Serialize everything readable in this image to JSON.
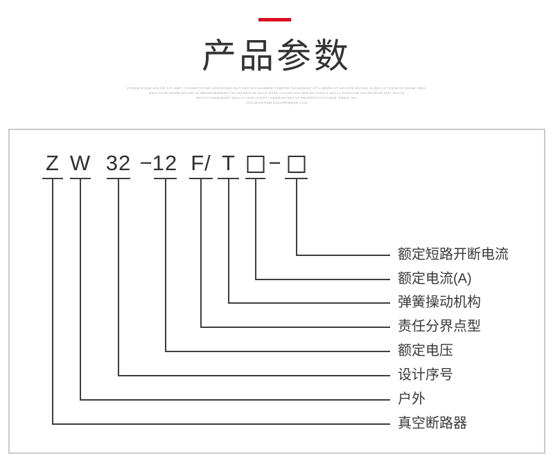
{
  "header": {
    "accent_color": "#dc0a1f",
    "title": "产品参数",
    "illegible_fine_print_lines": [
      "LOREM IPSUM DOLOR SIT AMET CONSECTETUR ADIPISCING ELIT SED DO EIUSMOD TEMPOR INCIDIDUNT UT LABORE ET DOLORE MAGNA ALIQUA UT ENIM AD MINIM VENIAM QUIS NOSTRUD EXERCITATION ULLAMCO LABORIS NISI UT ALIQUIP",
      "DUIS AUTE IRURE DOLOR IN REPREHENDERIT IN VOLUPTATE VELIT ESSE CILLUM DOLORE EU FUGIAT NULLA PARIATUR EXCEPTEUR SINT OCCAECAT CUPIDATAT NON PROIDENT SUNT IN CULPA QUI",
      "OFFICIA DESERUNT MOLLIT ANIM ID EST LABORUM SED UT PERSPICIATIS UNDE OMNIS ISTE NATUS ERROR SIT VOLUPTATEM",
      "ACCUSANTIUM DOLOREMQUE LAUDANTIUM TOTAM"
    ]
  },
  "diagram": {
    "model_code": "ZW32-12F/T□-□",
    "line_color": "#3d3d3d",
    "border_color": "#c9c9c9",
    "text_color": "#2f2f2f",
    "code_parts": [
      {
        "text": "Z"
      },
      {
        "text": "W"
      },
      {
        "text": "32"
      },
      {
        "text": "−"
      },
      {
        "text": "12"
      },
      {
        "text": "F/"
      },
      {
        "text": "T"
      },
      {
        "text": "□"
      },
      {
        "text": "−"
      },
      {
        "text": "□"
      }
    ],
    "labels": [
      "额定短路开断电流",
      "额定电流(A)",
      "弹簧操动机构",
      "责任分界点型",
      "额定电压",
      "设计序号",
      "户外",
      "真空断路器"
    ]
  }
}
